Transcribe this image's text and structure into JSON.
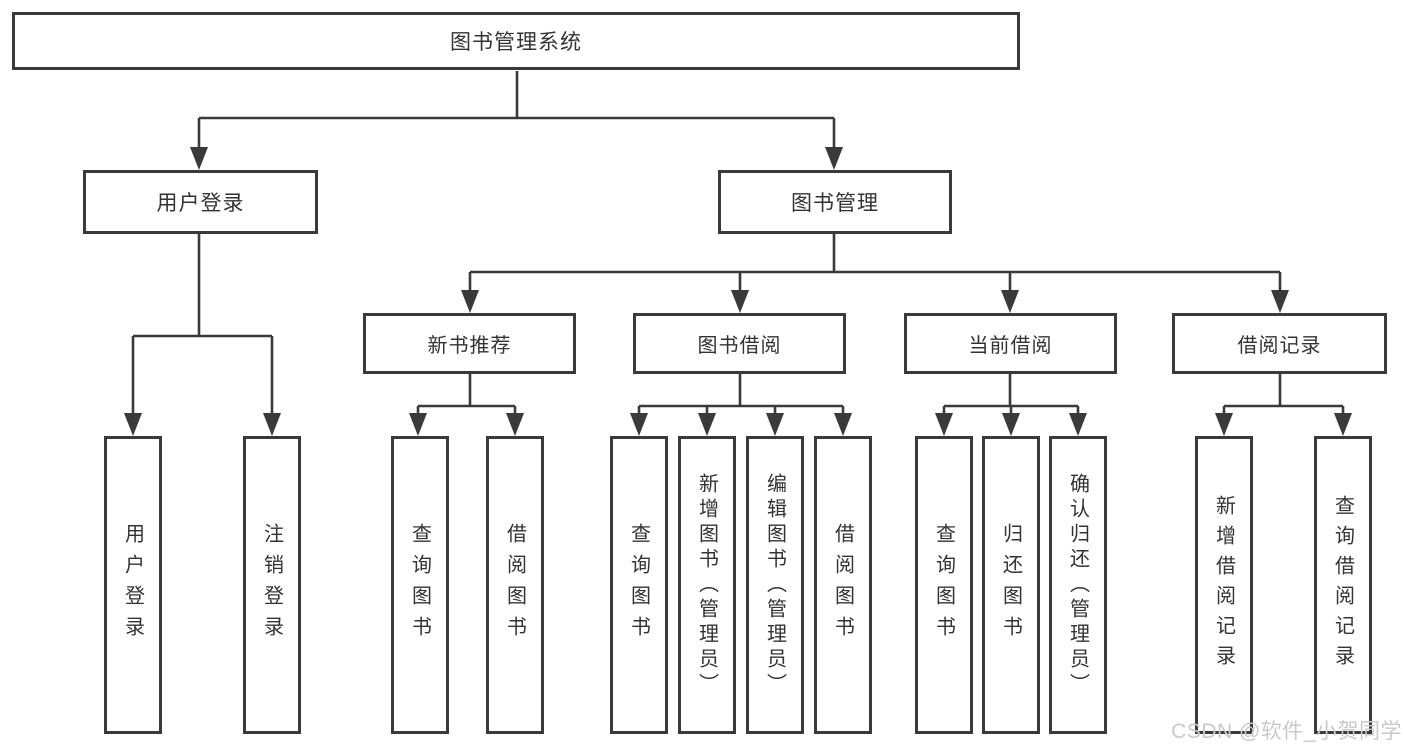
{
  "diagram": {
    "root": {
      "label": "图书管理系统"
    },
    "level2": [
      {
        "label": "用户登录"
      },
      {
        "label": "图书管理"
      }
    ],
    "level3": [
      {
        "label": "新书推荐",
        "parent": "图书管理"
      },
      {
        "label": "图书借阅",
        "parent": "图书管理"
      },
      {
        "label": "当前借阅",
        "parent": "图书管理"
      },
      {
        "label": "借阅记录",
        "parent": "图书管理"
      }
    ],
    "leaves": [
      {
        "label": "用户登录",
        "parent": "用户登录"
      },
      {
        "label": "注销登录",
        "parent": "用户登录"
      },
      {
        "label": "查询图书",
        "parent": "新书推荐"
      },
      {
        "label": "借阅图书",
        "parent": "新书推荐"
      },
      {
        "label": "查询图书",
        "parent": "图书借阅"
      },
      {
        "label": "新增图书（管理员）",
        "parent": "图书借阅"
      },
      {
        "label": "编辑图书（管理员）",
        "parent": "图书借阅"
      },
      {
        "label": "借阅图书",
        "parent": "图书借阅"
      },
      {
        "label": "查询图书",
        "parent": "当前借阅"
      },
      {
        "label": "归还图书",
        "parent": "当前借阅"
      },
      {
        "label": "确认归还（管理员）",
        "parent": "当前借阅"
      },
      {
        "label": "新增借阅记录",
        "parent": "借阅记录"
      },
      {
        "label": "查询借阅记录",
        "parent": "借阅记录"
      }
    ]
  },
  "colors": {
    "line": "#3a3a3a",
    "box_border": "#3a3a3a",
    "text": "#333333",
    "background": "#ffffff",
    "watermark": "#c9c9c9"
  },
  "watermark": {
    "text": "CSDN @软件_小贺同学"
  }
}
